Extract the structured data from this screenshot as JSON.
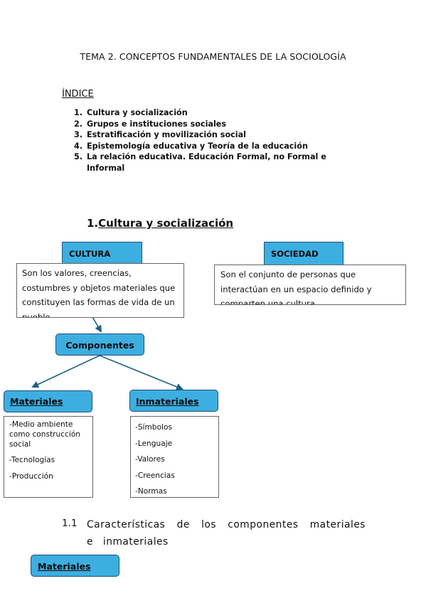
{
  "title": "TEMA 2. CONCEPTOS FUNDAMENTALES DE LA SOCIOLOGÍA",
  "indice_label": "ÍNDICE",
  "toc": [
    {
      "num": "1.",
      "text": "Cultura y socialización"
    },
    {
      "num": "2.",
      "text": "Grupos e instituciones sociales"
    },
    {
      "num": "3.",
      "text": "Estratificación y movilización social"
    },
    {
      "num": "4.",
      "text": "Epistemología educativa y Teoría de la educación"
    },
    {
      "num": "5.",
      "text": "La relación educativa. Educación Formal, no Formal e Informal"
    }
  ],
  "section1": {
    "num": "1.",
    "title": "Cultura y socialización"
  },
  "diagram": {
    "cultura": {
      "label": "CULTURA",
      "text": "Son los valores, creencias, costumbres y objetos materiales que constituyen las formas de vida de un pueblo"
    },
    "sociedad": {
      "label": "SOCIEDAD",
      "text": "Son el conjunto de personas que interactúan en un espacio definido y comparten una cultura"
    },
    "componentes": "Componentes",
    "materiales": {
      "label": "Materiales",
      "items": [
        "-Medio ambiente como construcción social",
        "-Tecnologías",
        "-Producción"
      ]
    },
    "inmateriales": {
      "label": "Inmateriales",
      "items": [
        "-Símbolos",
        "-Lenguaje",
        "-Valores",
        "-Creencias",
        "-Normas"
      ]
    },
    "arrow_color": "#1f5f86",
    "box_color": "#3daee0"
  },
  "subsection": {
    "num": "1.1",
    "text": "Características de los componentes materiales e inmateriales"
  },
  "materiales_box2": "Materiales"
}
